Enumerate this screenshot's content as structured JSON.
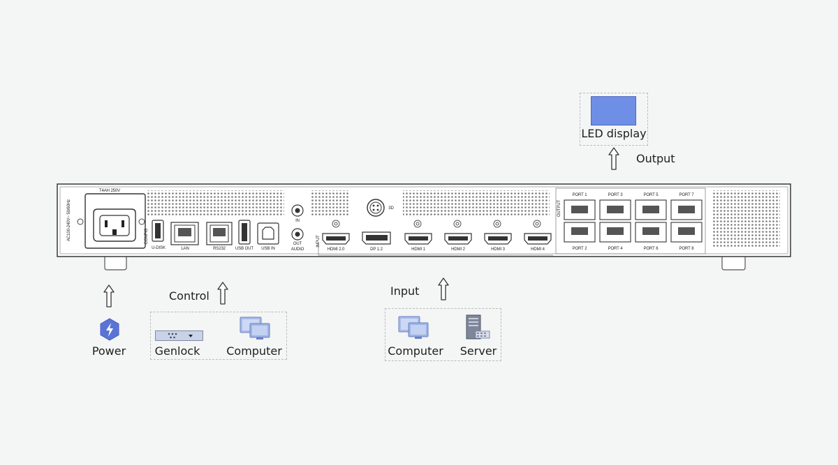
{
  "device": {
    "power_rating": "T4AH 250V",
    "power_voltage": "AC100-240V~ 50/60Hz",
    "config_label": "CONFIG",
    "usb_port": "U-DISK",
    "lan_port": "LAN",
    "rs232_port": "RS232",
    "usb_out_port": "USB OUT",
    "usb_in_port": "USB IN",
    "audio_in": "IN",
    "audio_out": "OUT",
    "audio_label": "AUDIO",
    "three_d_label": "3D",
    "input_label": "INPUT",
    "output_label": "OUTPUT",
    "hdmi20": "HDMI 2.0",
    "dp12": "DP 1.2",
    "hdmi1": "HDMI 1",
    "hdmi2": "HDMI 2",
    "hdmi3": "HDMI 3",
    "hdmi4": "HDMI 4",
    "ports_top": [
      "PORT 1",
      "PORT 3",
      "PORT 5",
      "PORT 7"
    ],
    "ports_bottom": [
      "PORT 2",
      "PORT 4",
      "PORT 6",
      "PORT 8"
    ]
  },
  "groups": {
    "output": {
      "title": "Output",
      "device": "LED display"
    },
    "power": {
      "title": "Power"
    },
    "control": {
      "title": "Control",
      "genlock": "Genlock",
      "computer": "Computer"
    },
    "input": {
      "title": "Input",
      "computer": "Computer",
      "server": "Server"
    }
  },
  "colors": {
    "led_screen": "#6f8ee6",
    "power_icon": "#5a74d6",
    "dashed_border": "#b9bcbd"
  }
}
